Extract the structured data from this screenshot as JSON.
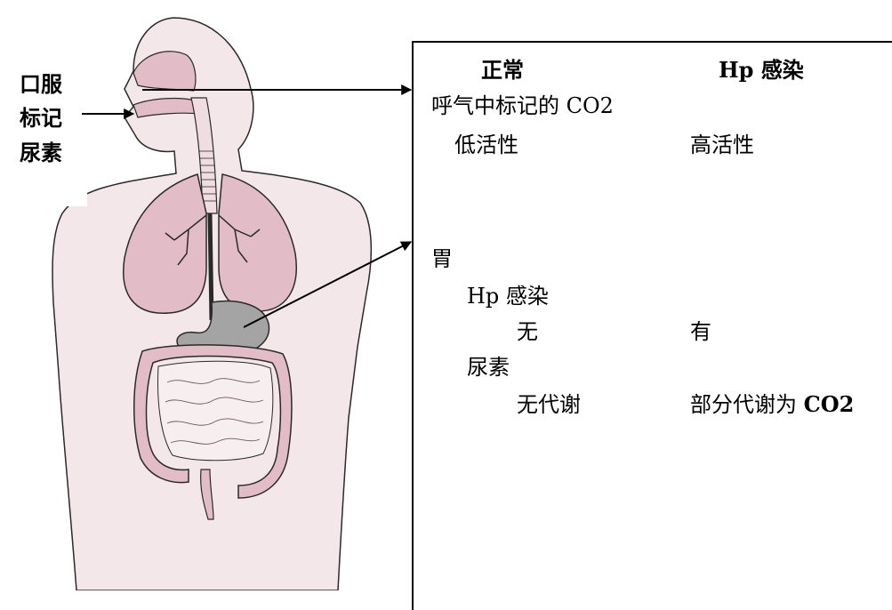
{
  "left_labels": [
    "口服",
    "标记",
    "尿素"
  ],
  "panel": {
    "col_normal": "正常",
    "col_hp": "Hp 感染",
    "breath_title": "呼气中标记的 CO2",
    "breath_normal": "低活性",
    "breath_hp": "高活性",
    "stomach_title": "胃",
    "hp_title": "Hp 感染",
    "hp_normal": "无",
    "hp_hp": "有",
    "urea_title": "尿素",
    "urea_normal": "无代谢",
    "urea_hp_prefix": "部分代谢为 ",
    "urea_hp_co2": "CO2"
  },
  "colors": {
    "body": "#f4e7e9",
    "organ": "#e2bcc6",
    "stomach": "#a4a4a4",
    "outline": "#2a2a2a"
  }
}
